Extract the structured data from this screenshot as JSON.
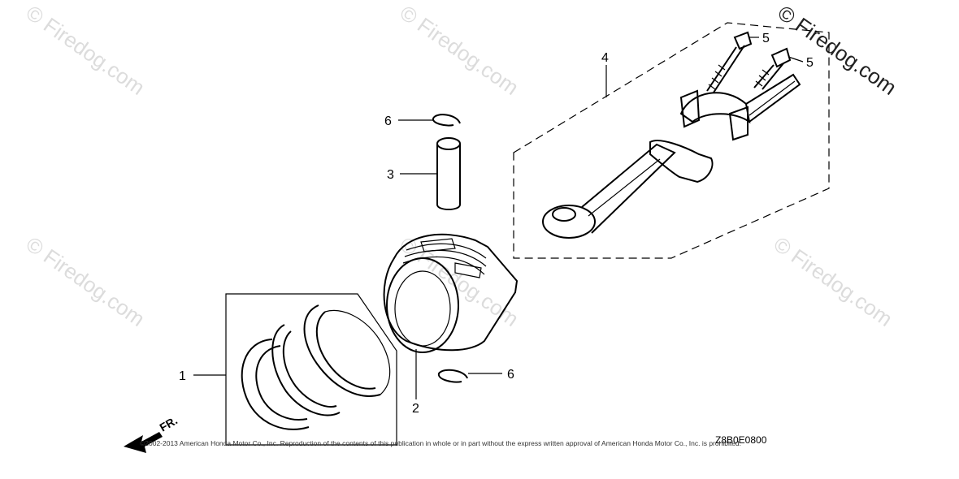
{
  "watermarks": [
    "© Firedog.com",
    "© Firedog.com",
    "© Firedog.com",
    "© Firedog.com",
    "© Firedog.com",
    "© Firedog.com"
  ],
  "callouts": {
    "piston_rings": "1",
    "piston": "2",
    "piston_pin": "3",
    "connecting_rod": "4",
    "bolt_upper": "5",
    "bolt_lower": "5",
    "clip_upper": "6",
    "clip_lower": "6"
  },
  "diagram_code": "Z8B0E0800",
  "direction_label": "FR.",
  "copyright": "©2002-2013 American Honda Motor Co., Inc. Reproduction of the contents of this publication in whole or in part without the express written approval of American Honda Motor Co., Inc. is prohibited."
}
